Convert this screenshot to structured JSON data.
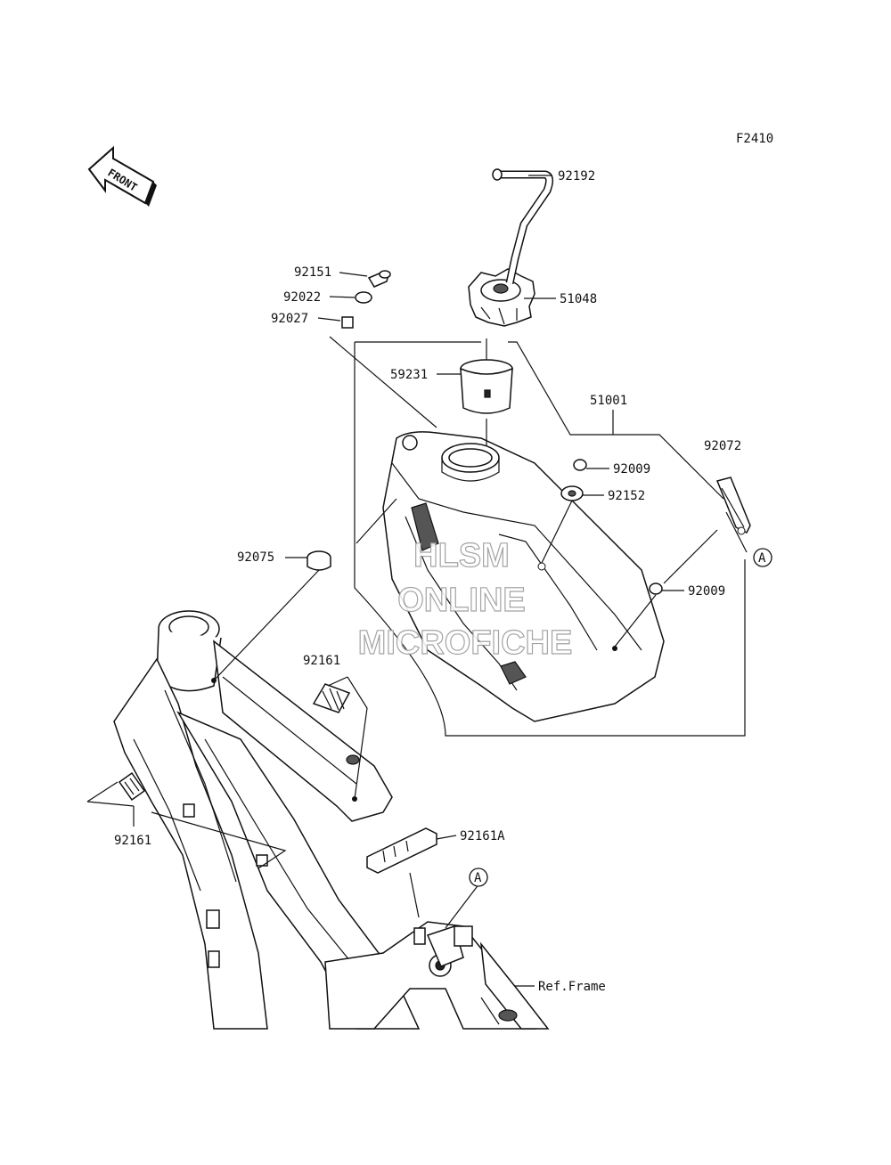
{
  "figure_code": "F2410",
  "front_arrow": {
    "label": "FRONT",
    "icon": "front-arrow-icon"
  },
  "parts": {
    "p92192": "92192",
    "p92151": "92151",
    "p92022": "92022",
    "p92027": "92027",
    "p51048": "51048",
    "p59231": "59231",
    "p51001": "51001",
    "p92072": "92072",
    "p92009a": "92009",
    "p92152": "92152",
    "p92075": "92075",
    "p92009b": "92009",
    "p92161a": "92161",
    "p92161b": "92161",
    "p92161A": "92161A",
    "ref_frame": "Ref.Frame"
  },
  "callout_ref": "A",
  "watermark": {
    "line1": "HLSM",
    "line2": "ONLINE",
    "line3": "MICROFICHE"
  }
}
